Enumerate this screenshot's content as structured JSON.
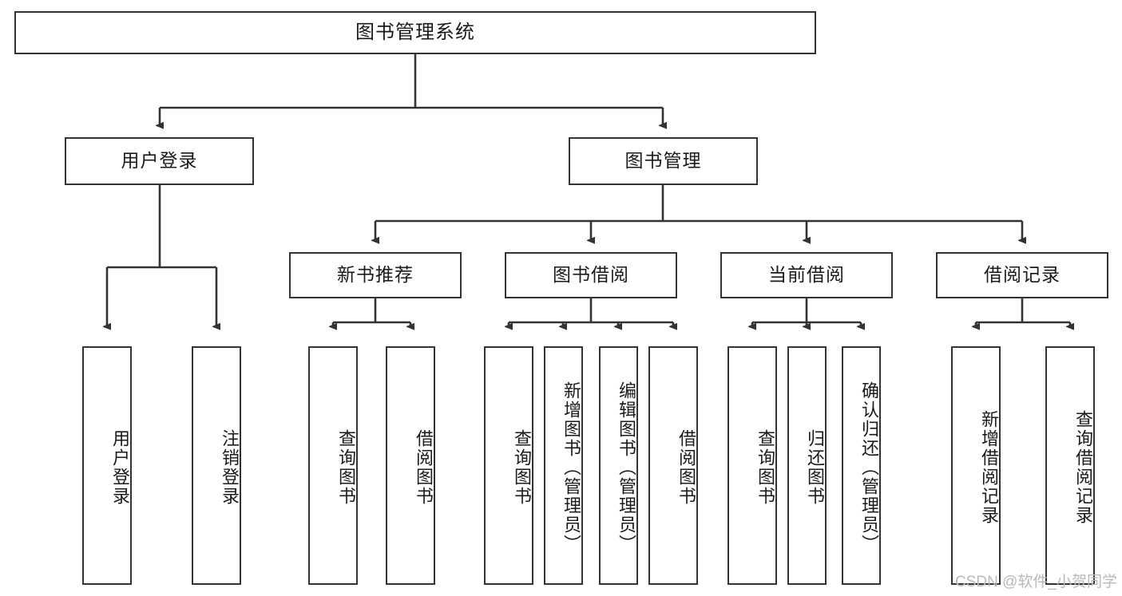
{
  "diagram": {
    "title": "图书管理系统",
    "type": "tree-diagram",
    "stroke_color": "#333333",
    "box_fill": "#ffffff",
    "text_color": "#1a1a1a"
  },
  "root": {
    "label": "图书管理系统"
  },
  "level2": [
    {
      "label": "用户登录"
    },
    {
      "label": "图书管理"
    }
  ],
  "level3": [
    {
      "label": "新书推荐"
    },
    {
      "label": "图书借阅"
    },
    {
      "label": "当前借阅"
    },
    {
      "label": "借阅记录"
    }
  ],
  "leaves": {
    "user_login": [
      {
        "label": "用户登录"
      },
      {
        "label": "注销登录"
      }
    ],
    "new_book_recommend": [
      {
        "label": "查询图书"
      },
      {
        "label": "借阅图书"
      }
    ],
    "book_borrow": [
      {
        "label": "查询图书"
      },
      {
        "label": "新增图书（管理员）"
      },
      {
        "label": "编辑图书（管理员）"
      },
      {
        "label": "借阅图书"
      }
    ],
    "current_borrow": [
      {
        "label": "查询图书"
      },
      {
        "label": "归还图书"
      },
      {
        "label": "确认归还（管理员）"
      }
    ],
    "borrow_record": [
      {
        "label": "新增借阅记录"
      },
      {
        "label": "查询借阅记录"
      }
    ]
  },
  "watermark": {
    "text": "CSDN @软件_小贺同学"
  }
}
